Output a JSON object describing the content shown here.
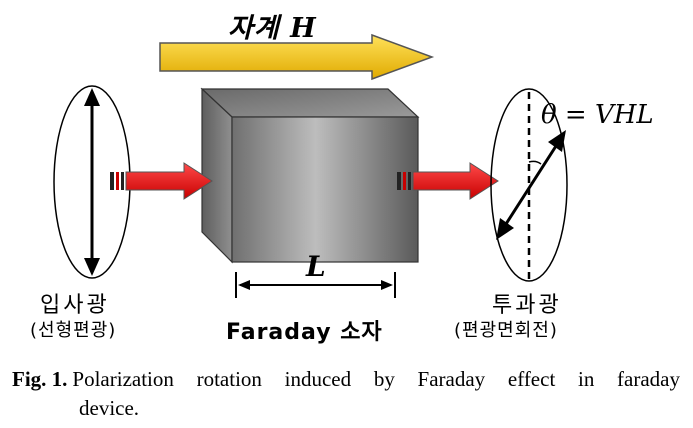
{
  "figure": {
    "field_label": "자계 H",
    "theta_label": "θ = VHL",
    "length_label": "L",
    "incident_label": "입사광",
    "incident_sublabel": "(선형편광)",
    "device_label": "Faraday 소자",
    "transmitted_label": "투과광",
    "transmitted_sublabel": "(편광면회전)",
    "colors": {
      "field_arrow": "#f5c400",
      "light_arrow": "#ee1c1c",
      "device_face": "#8c8c8c"
    }
  },
  "caption": {
    "label": "Fig. 1.",
    "line1": "Polarization rotation induced by Faraday effect in faraday",
    "line2": "device."
  }
}
